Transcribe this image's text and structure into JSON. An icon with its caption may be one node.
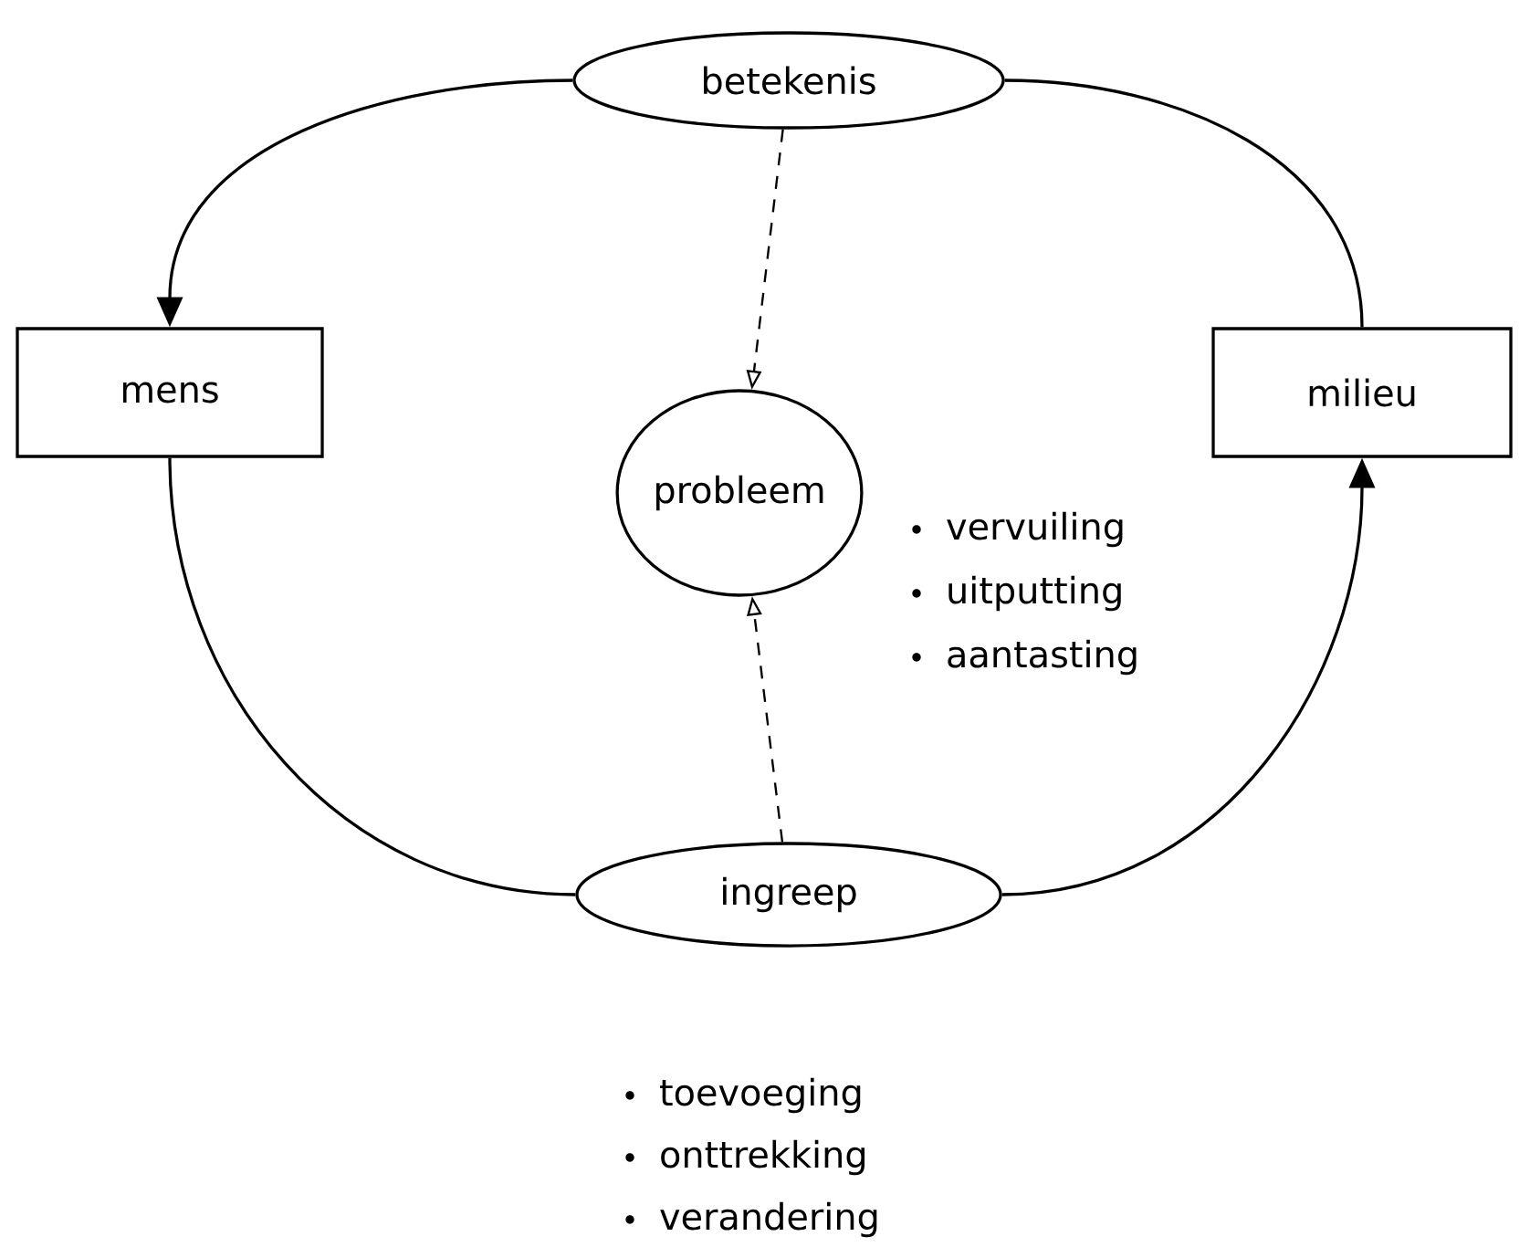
{
  "diagram": {
    "nodes": [
      {
        "text": [
          "betekenis"
        ]
      },
      {
        "text": [
          "mens"
        ]
      },
      {
        "text": [
          "milieu"
        ]
      },
      {
        "text": [
          "probleem"
        ],
        "beside": [
          "vervuiling",
          "uitputting",
          "aantasting"
        ]
      },
      {
        "text": [
          "ingreep"
        ],
        "beside": [
          "toevoeging",
          "onttrekking",
          "verandering"
        ]
      }
    ],
    "edges": [
      {
        "from": 0,
        "to": 1,
        "arrow": "to"
      },
      {
        "from": 1,
        "to": 4,
        "arrow": "none"
      },
      {
        "from": 4,
        "to": 2,
        "arrow": "to"
      },
      {
        "from": 2,
        "to": 0,
        "arrow": "none"
      },
      {
        "from": 0,
        "to": 3,
        "arrow": "to",
        "style": "dashed"
      },
      {
        "from": 4,
        "to": 3,
        "arrow": "to",
        "style": "dashed"
      }
    ]
  }
}
